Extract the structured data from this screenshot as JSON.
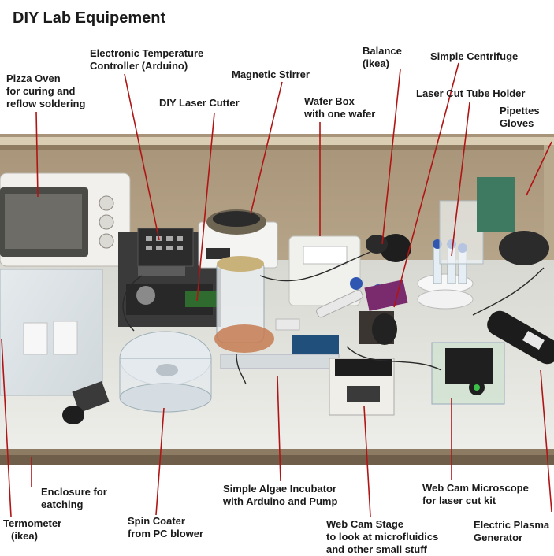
{
  "title": "DIY Lab Equipement",
  "colors": {
    "background": "#ffffff",
    "text": "#1a1a1a",
    "leader_line": "#b01515",
    "shelf_wood": "#c8b89a",
    "bench_top": "#e2e2de"
  },
  "labels": [
    {
      "id": "pizza-oven",
      "lines": [
        "Pizza Oven",
        "for curing and",
        "reflow soldering"
      ]
    },
    {
      "id": "temp-controller",
      "lines": [
        "Electronic Temperature",
        "Controller (Arduino)"
      ]
    },
    {
      "id": "magnetic-stirrer",
      "lines": [
        "Magnetic Stirrer"
      ]
    },
    {
      "id": "laser-cutter",
      "lines": [
        "DIY Laser Cutter"
      ]
    },
    {
      "id": "wafer-box",
      "lines": [
        "Wafer Box",
        "with one wafer"
      ]
    },
    {
      "id": "balance",
      "lines": [
        "Balance",
        "(ikea)"
      ]
    },
    {
      "id": "centrifuge",
      "lines": [
        "Simple Centrifuge"
      ]
    },
    {
      "id": "tube-holder",
      "lines": [
        "Laser Cut Tube Holder"
      ]
    },
    {
      "id": "pipettes",
      "lines": [
        "Pipettes",
        "Gloves"
      ]
    },
    {
      "id": "enclosure",
      "lines": [
        "Enclosure for",
        "eatching"
      ]
    },
    {
      "id": "termometer",
      "lines": [
        "Termometer",
        "(ikea)"
      ]
    },
    {
      "id": "spin-coater",
      "lines": [
        "Spin Coater",
        "from PC blower"
      ]
    },
    {
      "id": "algae-incubator",
      "lines": [
        "Simple Algae Incubator",
        "with Arduino and Pump"
      ]
    },
    {
      "id": "webcam-stage",
      "lines": [
        "Web Cam Stage",
        "to look at microfluidics",
        "and other small stuff"
      ]
    },
    {
      "id": "webcam-microscope",
      "lines": [
        "Web Cam Microscope",
        "for laser cut kit"
      ]
    },
    {
      "id": "plasma-generator",
      "lines": [
        "Electric Plasma",
        "Generator"
      ]
    }
  ]
}
